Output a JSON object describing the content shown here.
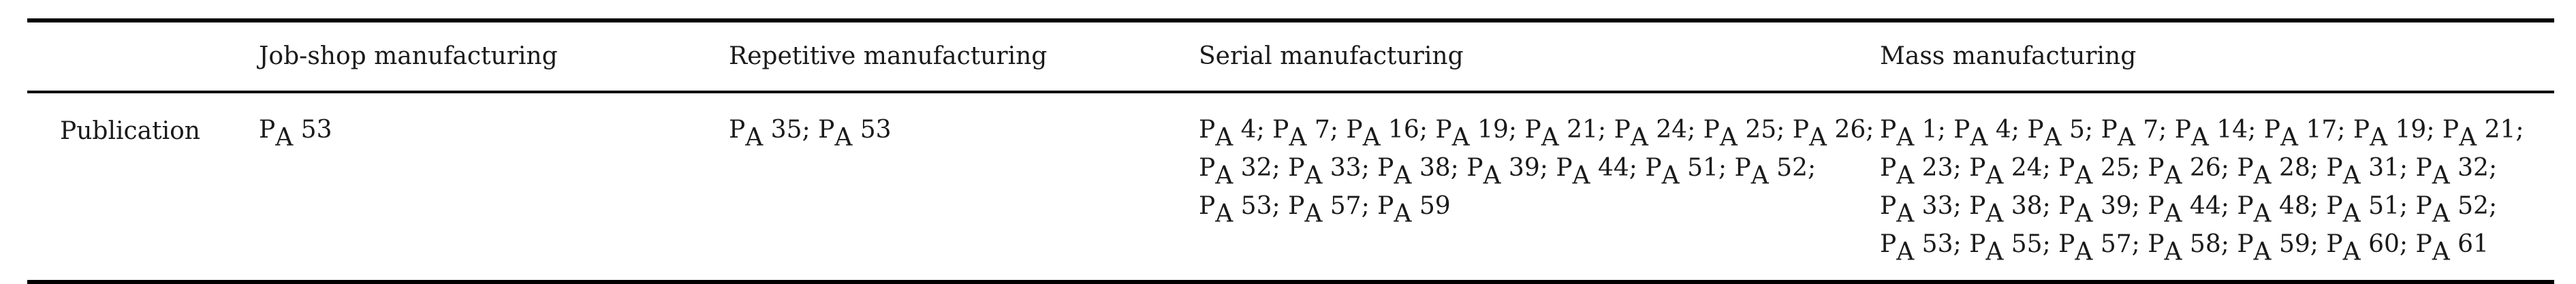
{
  "table": {
    "headers": [
      "",
      "Job-shop manufacturing",
      "Repetitive manufacturing",
      "Serial manufacturing",
      "Mass manufacturing"
    ],
    "row": {
      "label": "Publication",
      "cells": [
        [
          53
        ],
        [
          35,
          53
        ],
        [
          4,
          7,
          16,
          19,
          21,
          24,
          25,
          26,
          32,
          33,
          38,
          39,
          44,
          51,
          52,
          53,
          57,
          59
        ],
        [
          1,
          4,
          5,
          7,
          14,
          17,
          19,
          21,
          23,
          24,
          25,
          26,
          28,
          31,
          32,
          33,
          38,
          39,
          44,
          48,
          51,
          52,
          53,
          55,
          57,
          58,
          59,
          60,
          61
        ]
      ]
    },
    "pub_prefix": "P",
    "pub_subscript": "A",
    "separator": "; "
  }
}
